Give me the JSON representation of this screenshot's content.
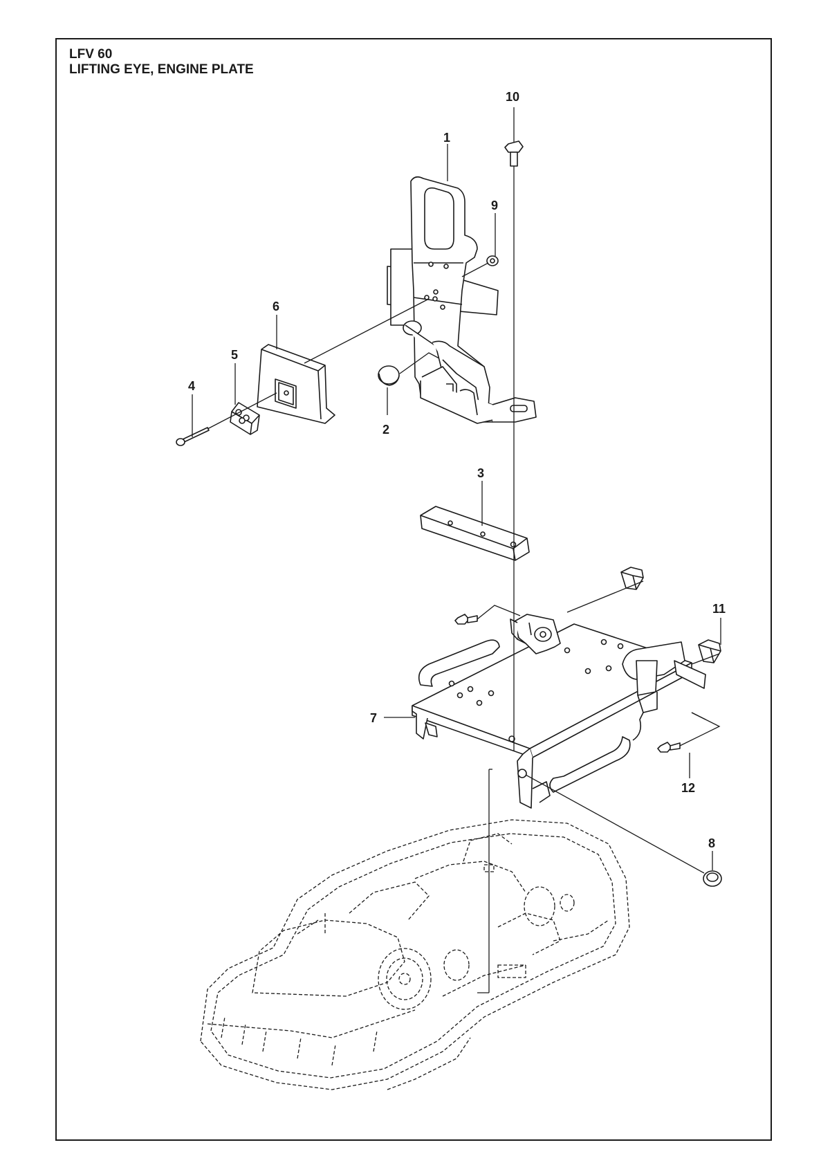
{
  "header": {
    "model": "LFV 60",
    "section": "LIFTING EYE, ENGINE PLATE"
  },
  "callouts": [
    {
      "id": "1",
      "label": "1"
    },
    {
      "id": "2",
      "label": "2"
    },
    {
      "id": "3",
      "label": "3"
    },
    {
      "id": "4",
      "label": "4"
    },
    {
      "id": "5",
      "label": "5"
    },
    {
      "id": "6",
      "label": "6"
    },
    {
      "id": "7",
      "label": "7"
    },
    {
      "id": "8",
      "label": "8"
    },
    {
      "id": "9",
      "label": "9"
    },
    {
      "id": "10",
      "label": "10"
    },
    {
      "id": "11",
      "label": "11"
    },
    {
      "id": "12",
      "label": "12"
    }
  ]
}
